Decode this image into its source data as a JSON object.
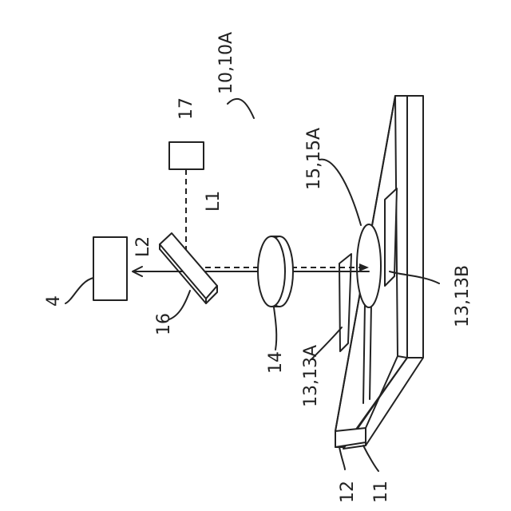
{
  "labels": {
    "system": "10,10A",
    "source": "17",
    "beam_in": "L1",
    "beam_out": "L2",
    "detector": "4",
    "splitter": "16",
    "lens": "14",
    "region": "15,15A",
    "electrode_a": "13,13A",
    "electrode_b": "13,13B",
    "layer": "12",
    "substrate": "11"
  }
}
